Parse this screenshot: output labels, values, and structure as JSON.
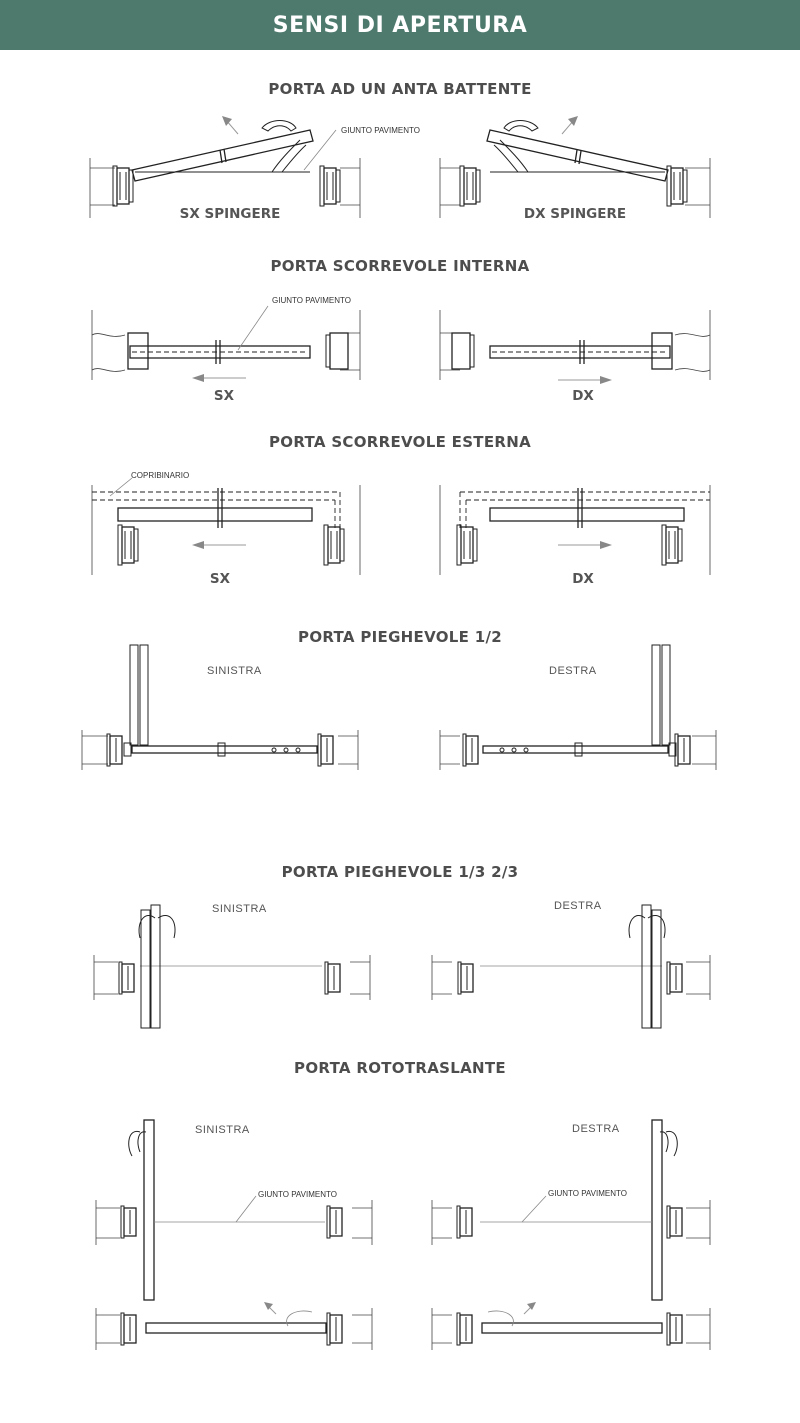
{
  "header": {
    "title": "SENSI DI APERTURA"
  },
  "sections": {
    "battente": {
      "title": "PORTA AD UN ANTA BATTENTE",
      "note": "GIUNTO PAVIMENTO",
      "left_label": "SX SPINGERE",
      "right_label": "DX SPINGERE"
    },
    "scorrevole_interna": {
      "title": "PORTA SCORREVOLE INTERNA",
      "note": "GIUNTO PAVIMENTO",
      "left_label": "SX",
      "right_label": "DX"
    },
    "scorrevole_esterna": {
      "title": "PORTA SCORREVOLE ESTERNA",
      "note": "COPRIBINARIO",
      "left_label": "SX",
      "right_label": "DX"
    },
    "pieghevole_half": {
      "title": "PORTA PIEGHEVOLE 1/2",
      "left_label": "SINISTRA",
      "right_label": "DESTRA"
    },
    "pieghevole_third": {
      "title": "PORTA PIEGHEVOLE 1/3 2/3",
      "left_label": "SINISTRA",
      "right_label": "DESTRA"
    },
    "rototraslante": {
      "title": "PORTA ROTOTRASLANTE",
      "left_label": "SINISTRA",
      "right_label": "DESTRA",
      "note": "GIUNTO PAVIMENTO"
    }
  },
  "colors": {
    "header_bg": "#4e7a6e",
    "header_text": "#ffffff",
    "title_text": "#4d4d4d",
    "line": "#222222"
  }
}
